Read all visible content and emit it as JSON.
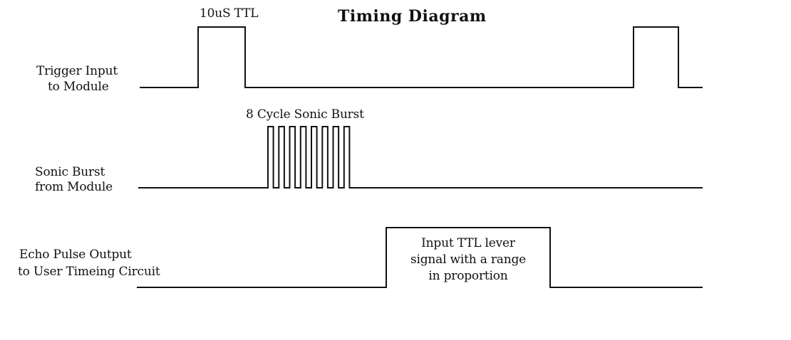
{
  "diagram": {
    "title": "Timing  Diagram",
    "signals": [
      {
        "id": "trigger",
        "label_lines": [
          "Trigger Input",
          "to Module"
        ],
        "annotation": "10uS TTL"
      },
      {
        "id": "burst",
        "label_lines": [
          "Sonic Burst",
          "from Module"
        ],
        "annotation": "8 Cycle Sonic Burst",
        "cycles": 8
      },
      {
        "id": "echo",
        "label_lines": [
          "Echo Pulse Output",
          "to User Timeing Circuit"
        ],
        "annotation_lines": [
          "Input TTL lever",
          "signal with a range",
          "in proportion"
        ]
      }
    ]
  }
}
